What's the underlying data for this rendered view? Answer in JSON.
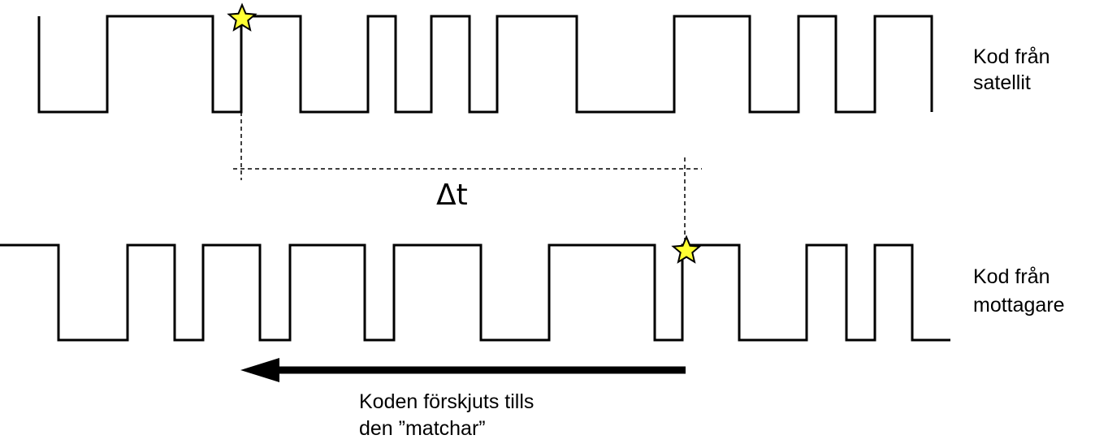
{
  "labels": {
    "satellite_line1": "Kod från",
    "satellite_line2": "satellit",
    "receiver_line1": "Kod från",
    "receiver_line2": "mottagare",
    "delta": "Δt",
    "caption_line1": "Koden förskjuts tills",
    "caption_line2": "den ”matchar”"
  },
  "colors": {
    "line": "#000000",
    "star_fill": "#ffff33",
    "background": "#ffffff"
  }
}
